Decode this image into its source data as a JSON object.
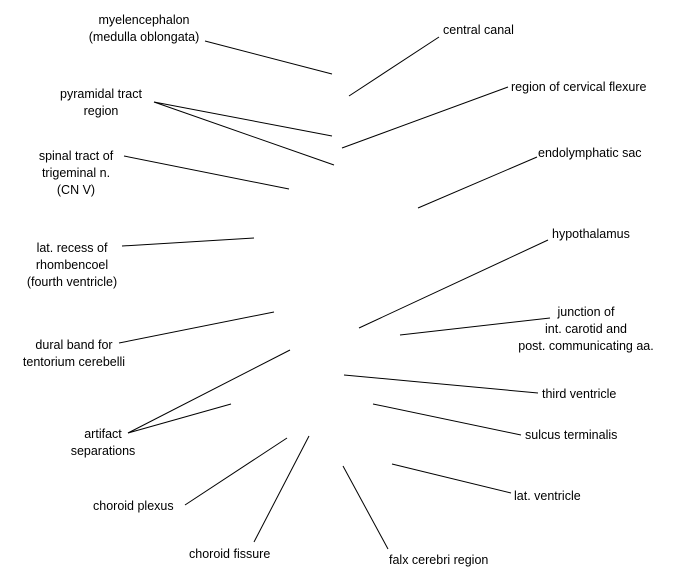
{
  "labels": {
    "myelencephalon": [
      "myelencephalon",
      "(medulla oblongata)"
    ],
    "pyramidal_tract": [
      "pyramidal tract",
      "region"
    ],
    "spinal_tract": [
      "spinal tract of",
      "trigeminal n.",
      "(CN V)"
    ],
    "lat_recess": [
      "lat. recess of",
      "rhombencoel",
      "(fourth ventricle)"
    ],
    "dural_band": [
      "dural band for",
      "tentorium cerebelli"
    ],
    "artifact": [
      "artifact",
      "separations"
    ],
    "choroid_plexus": [
      "choroid plexus"
    ],
    "choroid_fissure": [
      "choroid fissure"
    ],
    "falx_cerebri": [
      "falx cerebri region"
    ],
    "central_canal": [
      "central canal"
    ],
    "cervical_flexure": [
      "region of cervical flexure"
    ],
    "endolymphatic_sac": [
      "endolymphatic sac"
    ],
    "hypothalamus": [
      "hypothalamus"
    ],
    "junction": [
      "junction of",
      "int. carotid and",
      "post. communicating aa."
    ],
    "third_ventricle": [
      "third ventricle"
    ],
    "sulcus_terminalis": [
      "sulcus terminalis"
    ],
    "lat_ventricle": [
      "lat. ventricle"
    ]
  }
}
